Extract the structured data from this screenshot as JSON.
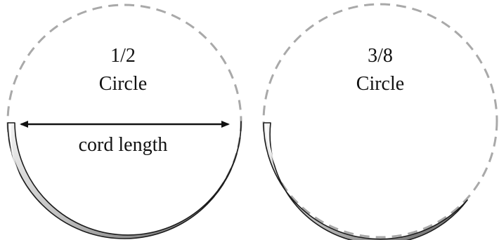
{
  "left_diagram": {
    "fraction": "1/2",
    "shape": "Circle",
    "dimension_label": "cord length"
  },
  "right_diagram": {
    "fraction": "3/8",
    "shape": "Circle"
  },
  "colors": {
    "dashed_outline": "#a9a9a9",
    "needle_dark": "#2a2a2a",
    "needle_light": "#f2f2f2",
    "arrow": "#111111",
    "text": "#111111"
  }
}
